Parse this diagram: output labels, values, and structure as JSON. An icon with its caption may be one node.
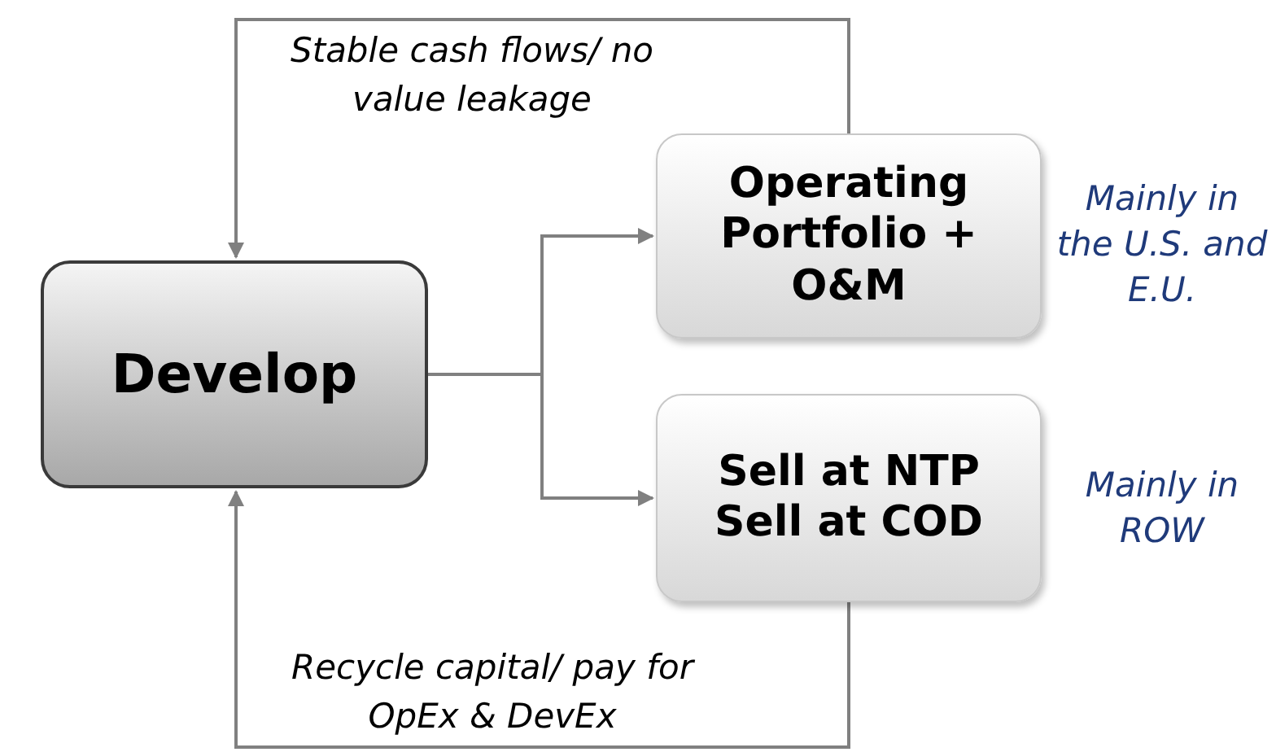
{
  "diagram": {
    "nodes": [
      {
        "text": [
          "Develop"
        ]
      },
      {
        "text": [
          "Operating Portfolio + O&M"
        ],
        "beside": [
          "Mainly in the U.S. and E.U."
        ]
      },
      {
        "text": [
          "Sell at NTP",
          "Sell at COD"
        ],
        "beside": [
          "Mainly in ROW"
        ]
      }
    ],
    "edges": [
      {
        "from": 0,
        "to": 1,
        "arrow": "to"
      },
      {
        "from": 0,
        "to": 2,
        "arrow": "to"
      },
      {
        "from": 1,
        "to": 0,
        "arrow": "to",
        "label": "Stable cash flows/ no value leakage"
      },
      {
        "from": 2,
        "to": 0,
        "arrow": "to",
        "label": "Recycle capital/ pay for OpEx & DevEx"
      }
    ]
  }
}
